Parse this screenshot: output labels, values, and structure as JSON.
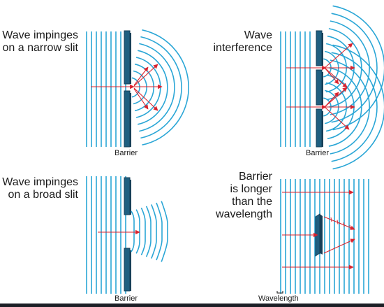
{
  "panels": [
    {
      "id": "narrow-slit",
      "caption": "Wave impinges\non a narrow slit",
      "barrier_label": "Barrier"
    },
    {
      "id": "interference",
      "caption": "Wave\ninterference",
      "barrier_label": "Barrier"
    },
    {
      "id": "broad-slit",
      "caption": "Wave impinges\non a broad slit",
      "barrier_label": "Barrier"
    },
    {
      "id": "long-barrier",
      "caption": "Barrier\nis longer\nthan the\nwavelength",
      "wavelength_label": "Wavelength"
    }
  ],
  "colors": {
    "wave": "#2aa6d6",
    "barrier": "#1f5f80",
    "barrier_edge": "#163f57",
    "arrow": "#d9232e",
    "text": "#1a1a1a"
  }
}
